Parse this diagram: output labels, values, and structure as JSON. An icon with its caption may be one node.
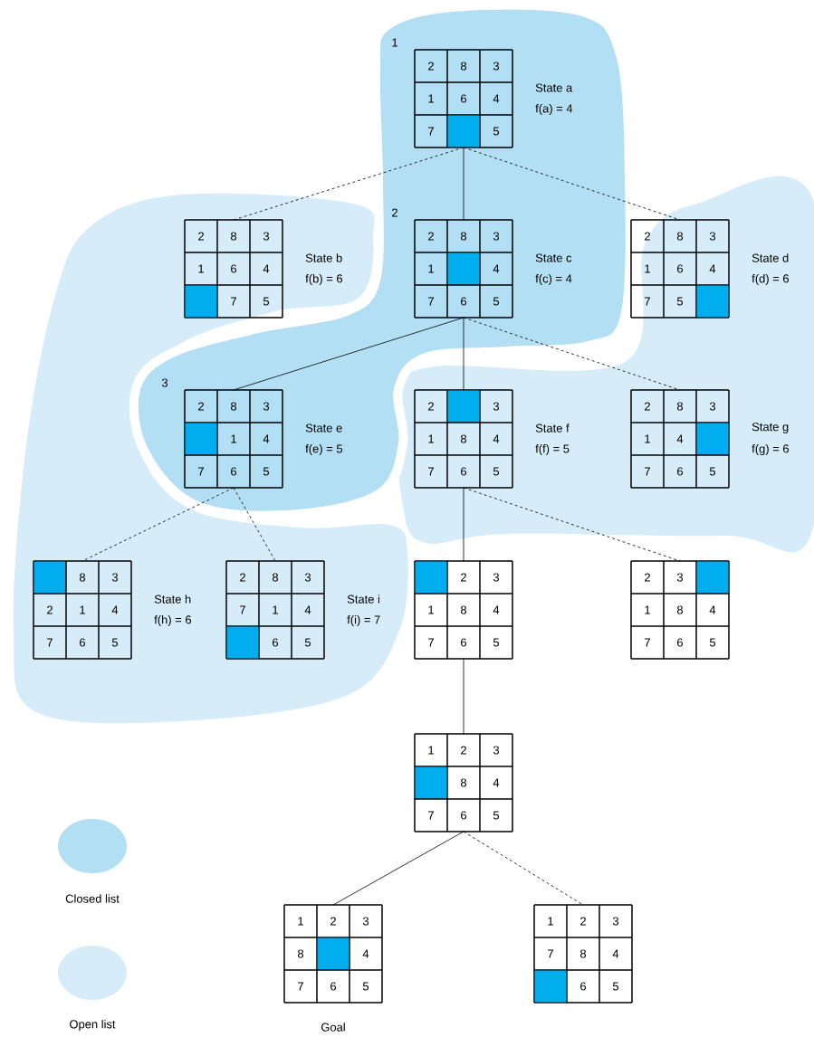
{
  "diagram": {
    "nodes": [
      {
        "text": [],
        "shape": "box",
        "beside": [
          "1",
          "State a",
          "f(a) = 4"
        ]
      },
      {
        "text": [
          "2"
        ],
        "in": 0
      },
      {
        "text": [
          "8"
        ],
        "in": 0
      },
      {
        "text": [
          "3"
        ],
        "in": 0
      },
      {
        "text": [
          "1"
        ],
        "in": 0
      },
      {
        "text": [
          "6"
        ],
        "in": 0
      },
      {
        "text": [
          "4"
        ],
        "in": 0
      },
      {
        "text": [
          "7"
        ],
        "in": 0
      },
      {
        "text": [],
        "shape": "box",
        "in": 0
      },
      {
        "text": [
          "5"
        ],
        "in": 0
      },
      {
        "text": [],
        "shape": "box",
        "beside": [
          "State b",
          "f(b) = 6"
        ]
      },
      {
        "text": [
          "2"
        ],
        "in": 10
      },
      {
        "text": [
          "8"
        ],
        "in": 10
      },
      {
        "text": [
          "3"
        ],
        "in": 10
      },
      {
        "text": [
          "1"
        ],
        "in": 10
      },
      {
        "text": [
          "6"
        ],
        "in": 10
      },
      {
        "text": [
          "4"
        ],
        "in": 10
      },
      {
        "text": [],
        "shape": "box",
        "in": 10
      },
      {
        "text": [
          "7"
        ],
        "in": 10
      },
      {
        "text": [
          "5"
        ],
        "in": 10
      },
      {
        "text": [],
        "shape": "box",
        "beside": [
          "2",
          "State c",
          "f(c) = 4"
        ]
      },
      {
        "text": [
          "2"
        ],
        "in": 20
      },
      {
        "text": [
          "8"
        ],
        "in": 20
      },
      {
        "text": [
          "3"
        ],
        "in": 20
      },
      {
        "text": [
          "1"
        ],
        "in": 20
      },
      {
        "text": [],
        "shape": "box",
        "in": 20
      },
      {
        "text": [
          "4"
        ],
        "in": 20
      },
      {
        "text": [
          "7"
        ],
        "in": 20
      },
      {
        "text": [
          "6"
        ],
        "in": 20
      },
      {
        "text": [
          "5"
        ],
        "in": 20
      },
      {
        "text": [],
        "shape": "box",
        "beside": [
          "State d",
          "f(d) = 6"
        ]
      },
      {
        "text": [
          "2"
        ],
        "in": 30
      },
      {
        "text": [
          "8"
        ],
        "in": 30
      },
      {
        "text": [
          "3"
        ],
        "in": 30
      },
      {
        "text": [
          "1"
        ],
        "in": 30
      },
      {
        "text": [
          "6"
        ],
        "in": 30
      },
      {
        "text": [
          "4"
        ],
        "in": 30
      },
      {
        "text": [
          "7"
        ],
        "in": 30
      },
      {
        "text": [
          "5"
        ],
        "in": 30
      },
      {
        "text": [],
        "shape": "box",
        "in": 30
      },
      {
        "text": [],
        "shape": "box",
        "beside": [
          "3",
          "State e",
          "f(e) = 5"
        ]
      },
      {
        "text": [
          "2"
        ],
        "in": 40
      },
      {
        "text": [
          "8"
        ],
        "in": 40
      },
      {
        "text": [
          "3"
        ],
        "in": 40
      },
      {
        "text": [],
        "shape": "box",
        "in": 40
      },
      {
        "text": [
          "1"
        ],
        "in": 40
      },
      {
        "text": [
          "4"
        ],
        "in": 40
      },
      {
        "text": [
          "7"
        ],
        "in": 40
      },
      {
        "text": [
          "6"
        ],
        "in": 40
      },
      {
        "text": [
          "5"
        ],
        "in": 40
      },
      {
        "text": [],
        "shape": "box",
        "beside": [
          "State f",
          "f(f) = 5"
        ]
      },
      {
        "text": [
          "2"
        ],
        "in": 50
      },
      {
        "text": [],
        "shape": "box",
        "in": 50
      },
      {
        "text": [
          "3"
        ],
        "in": 50
      },
      {
        "text": [
          "1"
        ],
        "in": 50
      },
      {
        "text": [
          "8"
        ],
        "in": 50
      },
      {
        "text": [
          "4"
        ],
        "in": 50
      },
      {
        "text": [
          "7"
        ],
        "in": 50
      },
      {
        "text": [
          "6"
        ],
        "in": 50
      },
      {
        "text": [
          "5"
        ],
        "in": 50
      },
      {
        "text": [],
        "shape": "box",
        "beside": [
          "State g",
          "f(g) = 6"
        ]
      },
      {
        "text": [
          "2"
        ],
        "in": 60
      },
      {
        "text": [
          "8"
        ],
        "in": 60
      },
      {
        "text": [
          "3"
        ],
        "in": 60
      },
      {
        "text": [
          "1"
        ],
        "in": 60
      },
      {
        "text": [
          "4"
        ],
        "in": 60
      },
      {
        "text": [],
        "shape": "box",
        "in": 60
      },
      {
        "text": [
          "7"
        ],
        "in": 60
      },
      {
        "text": [
          "6"
        ],
        "in": 60
      },
      {
        "text": [
          "5"
        ],
        "in": 60
      },
      {
        "text": [],
        "shape": "box",
        "beside": [
          "State h",
          "f(h) = 6"
        ]
      },
      {
        "text": [],
        "shape": "box",
        "in": 70
      },
      {
        "text": [
          "8"
        ],
        "in": 70
      },
      {
        "text": [
          "3"
        ],
        "in": 70
      },
      {
        "text": [
          "2"
        ],
        "in": 70
      },
      {
        "text": [
          "1"
        ],
        "in": 70
      },
      {
        "text": [
          "4"
        ],
        "in": 70
      },
      {
        "text": [
          "7"
        ],
        "in": 70
      },
      {
        "text": [
          "6"
        ],
        "in": 70
      },
      {
        "text": [
          "5"
        ],
        "in": 70
      },
      {
        "text": [],
        "shape": "box",
        "beside": [
          "State i",
          "f(i) = 7"
        ]
      },
      {
        "text": [
          "2"
        ],
        "in": 80
      },
      {
        "text": [
          "8"
        ],
        "in": 80
      },
      {
        "text": [
          "3"
        ],
        "in": 80
      },
      {
        "text": [
          "7"
        ],
        "in": 80
      },
      {
        "text": [
          "1"
        ],
        "in": 80
      },
      {
        "text": [
          "4"
        ],
        "in": 80
      },
      {
        "text": [],
        "shape": "box",
        "in": 80
      },
      {
        "text": [
          "6"
        ],
        "in": 80
      },
      {
        "text": [
          "5"
        ],
        "in": 80
      },
      {
        "text": [],
        "shape": "box"
      },
      {
        "text": [],
        "shape": "box",
        "in": 90
      },
      {
        "text": [
          "2"
        ],
        "in": 90
      },
      {
        "text": [
          "3"
        ],
        "in": 90
      },
      {
        "text": [
          "1"
        ],
        "in": 90
      },
      {
        "text": [
          "8"
        ],
        "in": 90
      },
      {
        "text": [
          "4"
        ],
        "in": 90
      },
      {
        "text": [
          "7"
        ],
        "in": 90
      },
      {
        "text": [
          "6"
        ],
        "in": 90
      },
      {
        "text": [
          "5"
        ],
        "in": 90
      },
      {
        "text": [],
        "shape": "box"
      },
      {
        "text": [
          "2"
        ],
        "in": 100
      },
      {
        "text": [
          "3"
        ],
        "in": 100
      },
      {
        "text": [],
        "shape": "box",
        "in": 100
      },
      {
        "text": [
          "1"
        ],
        "in": 100
      },
      {
        "text": [
          "8"
        ],
        "in": 100
      },
      {
        "text": [
          "4"
        ],
        "in": 100
      },
      {
        "text": [
          "7"
        ],
        "in": 100
      },
      {
        "text": [
          "6"
        ],
        "in": 100
      },
      {
        "text": [
          "5"
        ],
        "in": 100
      },
      {
        "text": [],
        "shape": "box"
      },
      {
        "text": [
          "1"
        ],
        "in": 110
      },
      {
        "text": [
          "2"
        ],
        "in": 110
      },
      {
        "text": [
          "3"
        ],
        "in": 110
      },
      {
        "text": [],
        "shape": "box",
        "in": 110
      },
      {
        "text": [
          "8"
        ],
        "in": 110
      },
      {
        "text": [
          "4"
        ],
        "in": 110
      },
      {
        "text": [
          "7"
        ],
        "in": 110
      },
      {
        "text": [
          "6"
        ],
        "in": 110
      },
      {
        "text": [
          "5"
        ],
        "in": 110
      },
      {
        "text": [],
        "shape": "box",
        "beside": [
          "Goal"
        ]
      },
      {
        "text": [
          "1"
        ],
        "in": 120
      },
      {
        "text": [
          "2"
        ],
        "in": 120
      },
      {
        "text": [
          "3"
        ],
        "in": 120
      },
      {
        "text": [
          "8"
        ],
        "in": 120
      },
      {
        "text": [],
        "shape": "box",
        "in": 120
      },
      {
        "text": [
          "4"
        ],
        "in": 120
      },
      {
        "text": [
          "7"
        ],
        "in": 120
      },
      {
        "text": [
          "6"
        ],
        "in": 120
      },
      {
        "text": [
          "5"
        ],
        "in": 120
      },
      {
        "text": [],
        "shape": "box"
      },
      {
        "text": [
          "1"
        ],
        "in": 130
      },
      {
        "text": [
          "2"
        ],
        "in": 130
      },
      {
        "text": [
          "3"
        ],
        "in": 130
      },
      {
        "text": [
          "7"
        ],
        "in": 130
      },
      {
        "text": [
          "8"
        ],
        "in": 130
      },
      {
        "text": [
          "4"
        ],
        "in": 130
      },
      {
        "text": [],
        "shape": "box",
        "in": 130
      },
      {
        "text": [
          "6"
        ],
        "in": 130
      },
      {
        "text": [
          "5"
        ],
        "in": 130
      }
    ],
    "edges": [
      {
        "from": 0,
        "to": 10,
        "arrow": "none",
        "style": "dashed"
      },
      {
        "from": 0,
        "to": 20,
        "arrow": "none"
      },
      {
        "from": 0,
        "to": 30,
        "arrow": "none",
        "style": "dashed"
      },
      {
        "from": 20,
        "to": 40,
        "arrow": "none"
      },
      {
        "from": 20,
        "to": 50,
        "arrow": "none"
      },
      {
        "from": 20,
        "to": 60,
        "arrow": "none",
        "style": "dashed"
      },
      {
        "from": 40,
        "to": 70,
        "arrow": "none",
        "style": "dashed"
      },
      {
        "from": 40,
        "to": 80,
        "arrow": "none",
        "style": "dashed"
      },
      {
        "from": 50,
        "to": 90,
        "arrow": "none"
      },
      {
        "from": 50,
        "to": 100,
        "arrow": "none",
        "style": "dashed"
      },
      {
        "from": 90,
        "to": 110,
        "arrow": "none"
      },
      {
        "from": 110,
        "to": 120,
        "arrow": "none"
      },
      {
        "from": 110,
        "to": 130,
        "arrow": "none",
        "style": "dashed"
      }
    ],
    "legend": [
      {
        "text": "Closed list",
        "color": "#b3dff5"
      },
      {
        "text": "Open list",
        "color": "#d6edf9"
      }
    ]
  }
}
